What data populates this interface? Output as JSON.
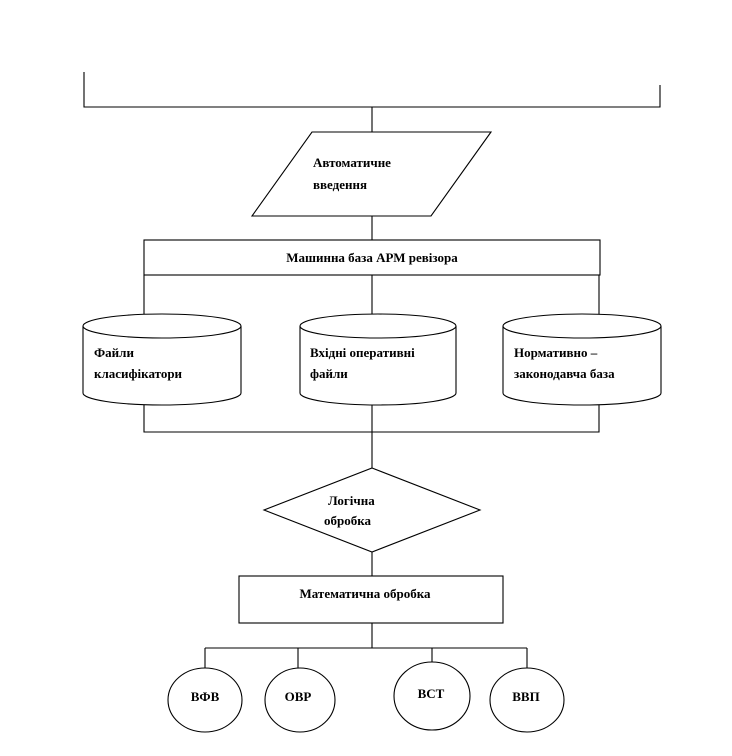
{
  "nodes": {
    "auto_input": {
      "line1": "Автоматичне",
      "line2": "введення"
    },
    "machine_base": {
      "label": "Машинна база АРМ ревізора"
    },
    "classifier_files": {
      "line1": "Файли",
      "line2": "класифікатори"
    },
    "input_operative_files": {
      "line1": "Вхідні  оперативні",
      "line2": "файли"
    },
    "normative_base": {
      "line1": "Нормативно –",
      "line2": "законодавча база"
    },
    "logical_processing": {
      "line1": "Логічна",
      "line2": "обробка"
    },
    "math_processing": {
      "label": "Математична обробка"
    },
    "outputs": [
      "ВФВ",
      "ОВР",
      "ВСТ",
      "ВВП"
    ]
  }
}
